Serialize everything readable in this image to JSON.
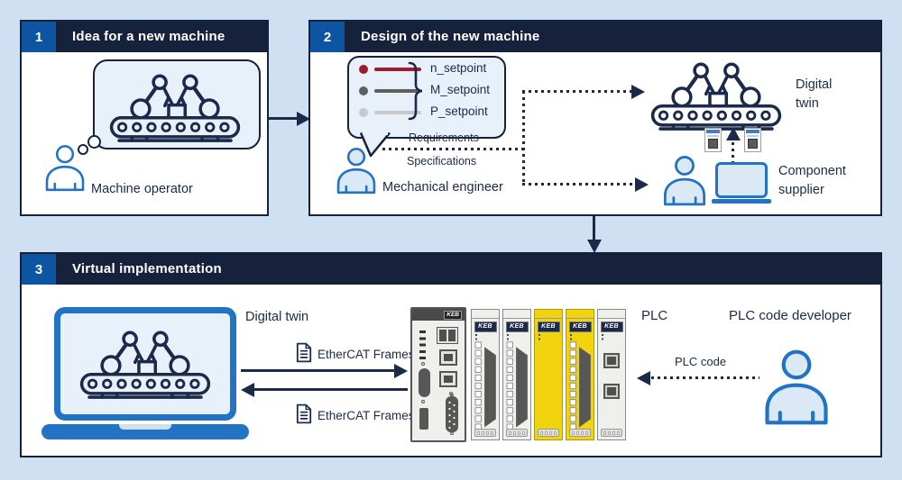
{
  "colors": {
    "background": "#cfe0f2",
    "panel_background": "#ffffff",
    "navy": "#16213c",
    "number_box_blue": "#0d55a0",
    "person_blue": "#2273c3",
    "light_blue_fill": "#e8f0fa",
    "module_yellow": "#f2d40e",
    "module_gray": "#efefec",
    "setpoint_red": "#9c1b30",
    "setpoint_gray": "#5f5f5f",
    "setpoint_light_gray": "#c8c8c8"
  },
  "panel1": {
    "number": "1",
    "title": "Idea for a new machine",
    "operator_label": "Machine operator"
  },
  "panel2": {
    "number": "2",
    "title": "Design of the new machine",
    "setpoints": [
      "n_setpoint",
      "M_setpoint",
      "P_setpoint"
    ],
    "requirements_label": "Requirements",
    "specifications_label": "Specifications",
    "engineer_label": "Mechanical engineer",
    "digital_twin_label": "Digital twin",
    "component_supplier_label": "Component supplier"
  },
  "panel3": {
    "number": "3",
    "title": "Virtual implementation",
    "digital_twin_label": "Digital twin",
    "ethercat_top_label": "EtherCAT Frames",
    "ethercat_bottom_label": "EtherCAT Frames",
    "plc_label": "PLC",
    "plc_brand": "KEB",
    "developer_label": "PLC code developer",
    "plc_code_label": "PLC code"
  }
}
